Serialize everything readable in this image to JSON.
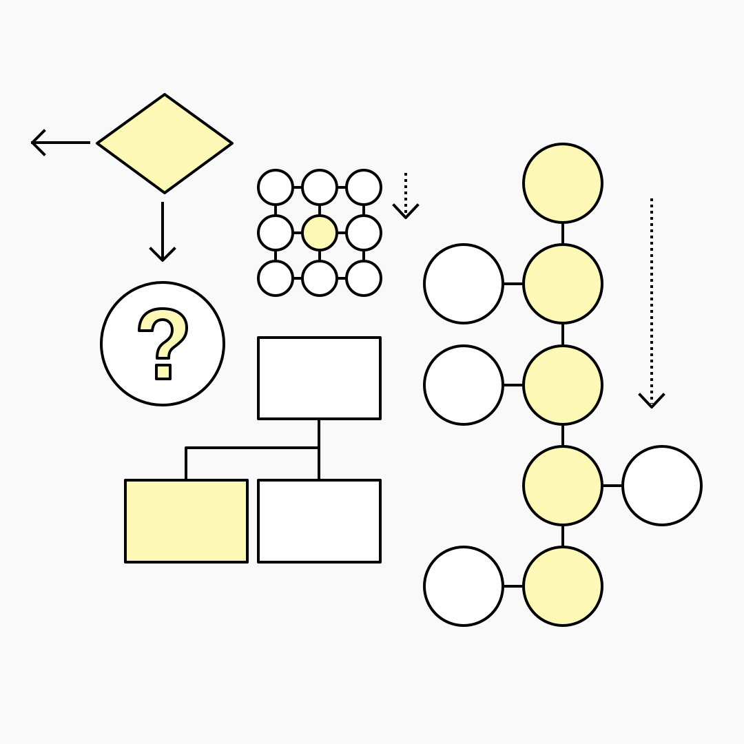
{
  "colors": {
    "background": "#f9f9f9",
    "highlight": "#fff9b8",
    "node": "#ffffff",
    "stroke": "#000000"
  },
  "icons": [
    "decision-diamond",
    "left-arrow",
    "down-arrow",
    "question-mark-icon",
    "dotted-down-arrow"
  ],
  "shapes": {
    "grid_highlighted_cell": "center",
    "tree_highlighted_box": "bottom-left"
  }
}
